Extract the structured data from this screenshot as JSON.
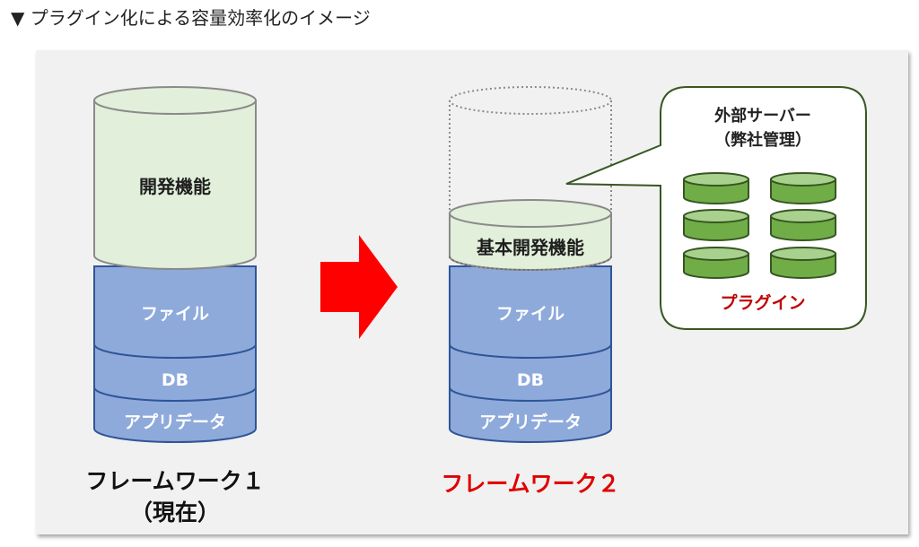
{
  "header": {
    "title": "▼ プラグイン化による容量効率化のイメージ"
  },
  "framework1": {
    "dev_label": "開発機能",
    "layers": [
      "ファイル",
      "DB",
      "アプリデータ"
    ],
    "caption_line1": "フレームワーク１",
    "caption_line2": "（現在）"
  },
  "framework2": {
    "dev_label": "基本開発機能",
    "layers": [
      "ファイル",
      "DB",
      "アプリデータ"
    ],
    "caption": "フレームワーク２"
  },
  "callout": {
    "title_line1": "外部サーバー",
    "title_line2": "（弊社管理）",
    "plugin_label": "プラグイン",
    "plugin_icon": "database-cylinder-icon",
    "plugin_count": 6
  },
  "colors": {
    "storage_blue": "#8eaadb",
    "storage_stroke": "#2f5597",
    "dev_green": "#e2efda",
    "arrow_red": "#ff0000",
    "plugin_green": "#70ad47",
    "plugin_stroke": "#375623",
    "callout_stroke": "#385723",
    "accent_red_text": "#e00000",
    "caption_black": "#111111"
  }
}
